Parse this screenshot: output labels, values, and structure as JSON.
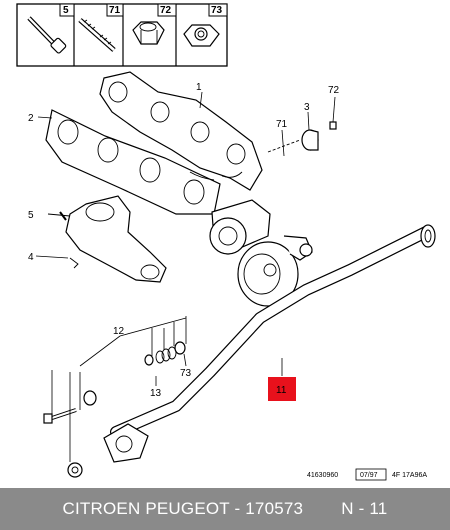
{
  "header_parts": [
    {
      "number": "5"
    },
    {
      "number": "71"
    },
    {
      "number": "72"
    },
    {
      "number": "73"
    }
  ],
  "callouts": {
    "c1": "1",
    "c2": "2",
    "c3": "3",
    "c4": "4",
    "c5": "5",
    "c71": "71",
    "c72": "72",
    "c12": "12",
    "c13": "13",
    "c73": "73",
    "c11": "11"
  },
  "highlight_color": "#e8111c",
  "reference": {
    "code": "41630960",
    "date": "07/97",
    "doc": "4F 17A96A"
  },
  "footer": {
    "brand": "CITROEN PEUGEOT - 170573",
    "ref": "N - 11"
  }
}
